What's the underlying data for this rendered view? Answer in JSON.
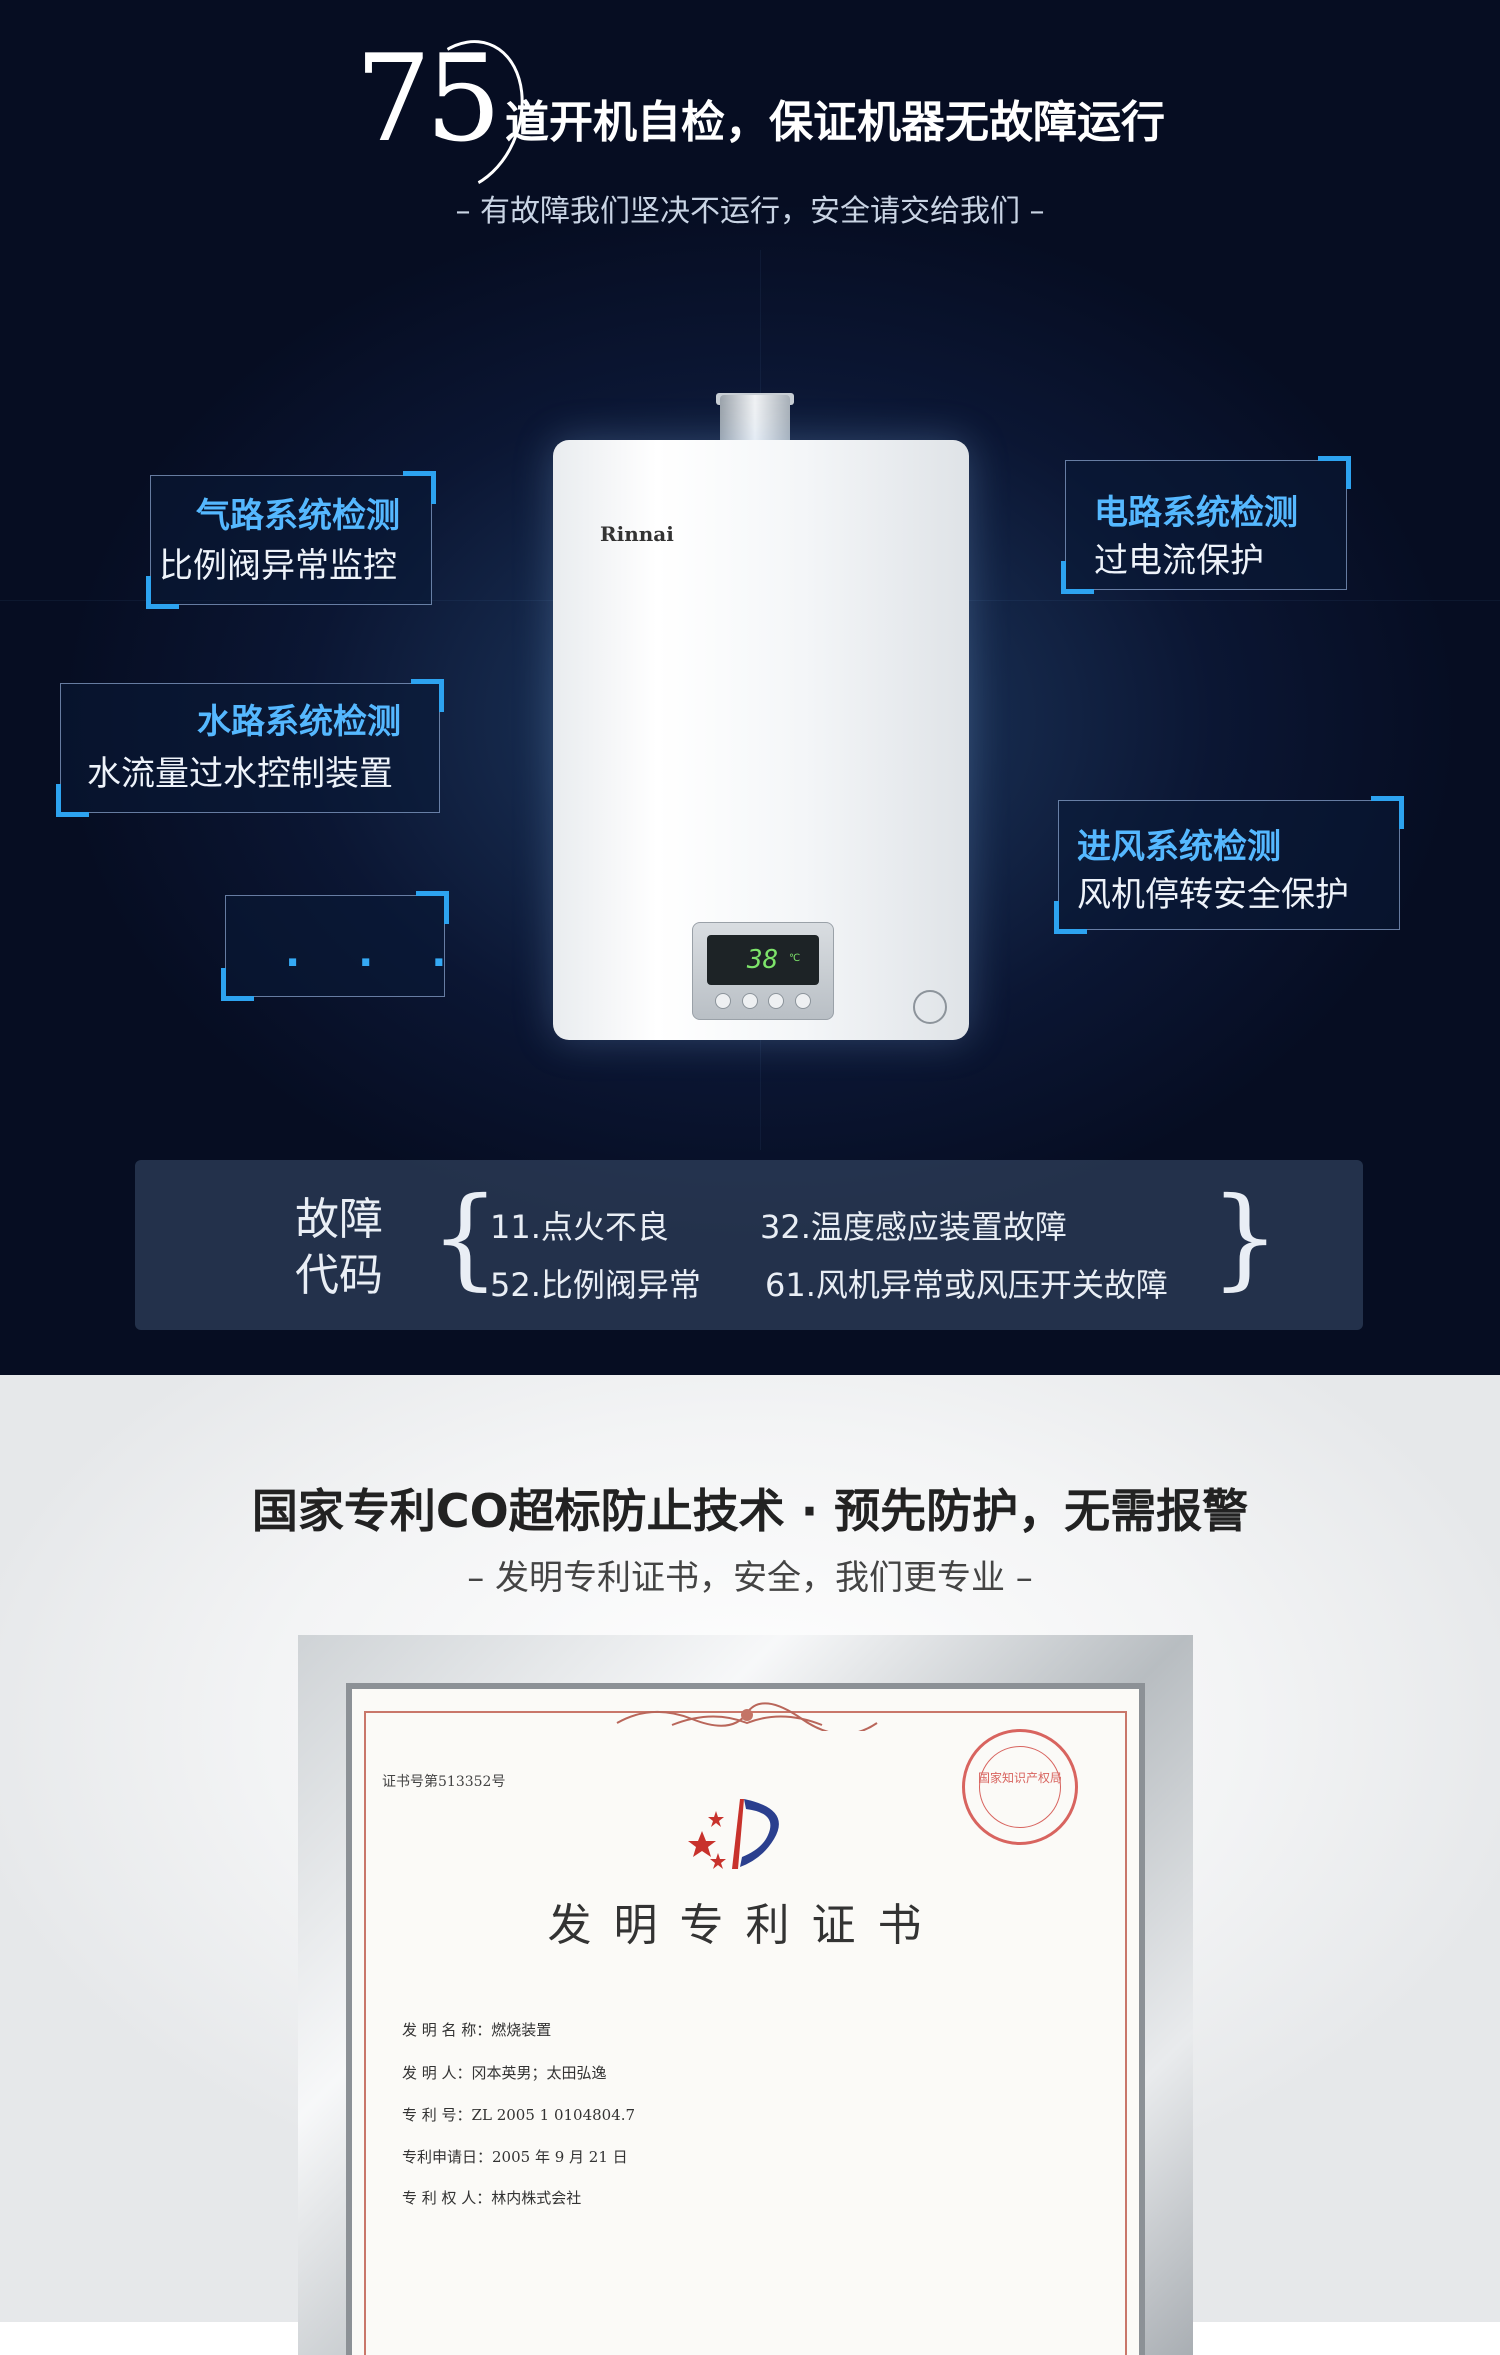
{
  "header": {
    "number": "75",
    "headline": "道开机自检，保证机器无故障运行",
    "subline": "– 有故障我们坚决不运行，安全请交给我们 –"
  },
  "product": {
    "brand": "Rinnai",
    "display_value": "38",
    "display_unit": "℃"
  },
  "callouts": [
    {
      "title": "气路系统检测",
      "desc": "比例阀异常监控"
    },
    {
      "title": "水路系统检测",
      "desc": "水流量过水控制装置"
    },
    {
      "title": "电路系统检测",
      "desc": "过电流保护"
    },
    {
      "title": "进风系统检测",
      "desc": "风机停转安全保护"
    },
    {
      "title": "· · ·",
      "desc": ""
    }
  ],
  "fault_codes": {
    "label_line1": "故障",
    "label_line2": "代码",
    "items": [
      "11.点火不良",
      "32.温度感应装置故障",
      "52.比例阀异常",
      "61.风机异常或风压开关故障"
    ]
  },
  "patent": {
    "title": "国家专利CO超标防止技术 · 预先防护，无需报警",
    "subline": "– 发明专利证书，安全，我们更专业 –",
    "certificate": {
      "cert_no": "证书号第513352号",
      "heading": "发明专利证书",
      "stamp_text": "国家知识产权局",
      "fields": [
        "发 明 名 称：燃烧装置",
        "发    明    人：冈本英男；太田弘逸",
        "专    利    号：ZL 2005 1 0104804.7",
        "专利申请日：2005 年 9 月 21 日",
        "专 利 权 人：林内株式会社"
      ]
    }
  },
  "colors": {
    "accent_blue": "#2da3f0",
    "callout_title": "#55b8ff",
    "stamp_red": "#d24a45"
  }
}
